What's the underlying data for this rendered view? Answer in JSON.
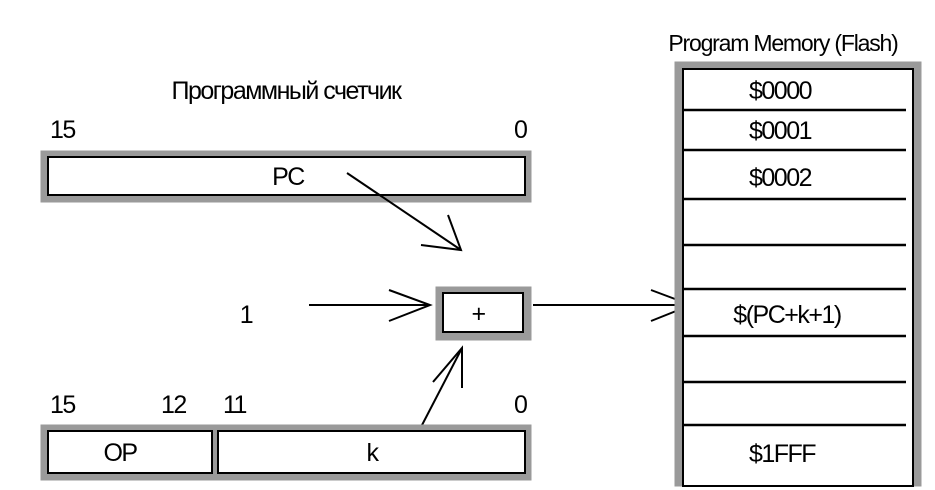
{
  "pc_register": {
    "title": "Программный счетчик",
    "bit_high": "15",
    "bit_low": "0",
    "name": "PC"
  },
  "increment": {
    "constant": "1",
    "operator": "+"
  },
  "instruction": {
    "bit_15": "15",
    "bit_12": "12",
    "bit_11": "11",
    "bit_0": "0",
    "opcode_field": "OP",
    "offset_field": "k"
  },
  "memory": {
    "title": "Program Memory (Flash)",
    "rows": [
      "$0000",
      "$0001",
      "$0002",
      "",
      "",
      "$(PC+k+1)",
      "",
      "",
      "$1FFF"
    ]
  },
  "colors": {
    "frame": "#9a9a9a",
    "line": "#000000",
    "background": "#ffffff"
  }
}
